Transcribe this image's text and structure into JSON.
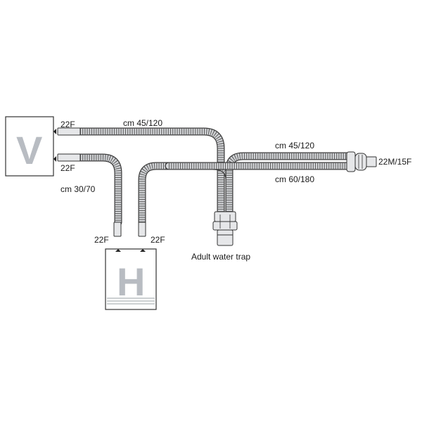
{
  "labels": {
    "v_port_top": "22F",
    "v_port_bottom": "22F",
    "tube_top_length": "cm 45/120",
    "tube_right_upper_length": "cm 45/120",
    "tube_right_lower_length": "cm 60/180",
    "tube_left_length": "cm 30/70",
    "h_port_left": "22F",
    "h_port_right": "22F",
    "water_trap": "Adult water trap",
    "y_connector": "22M/15F"
  },
  "boxes": {
    "ventilator_letter": "V",
    "humidifier_letter": "H"
  }
}
